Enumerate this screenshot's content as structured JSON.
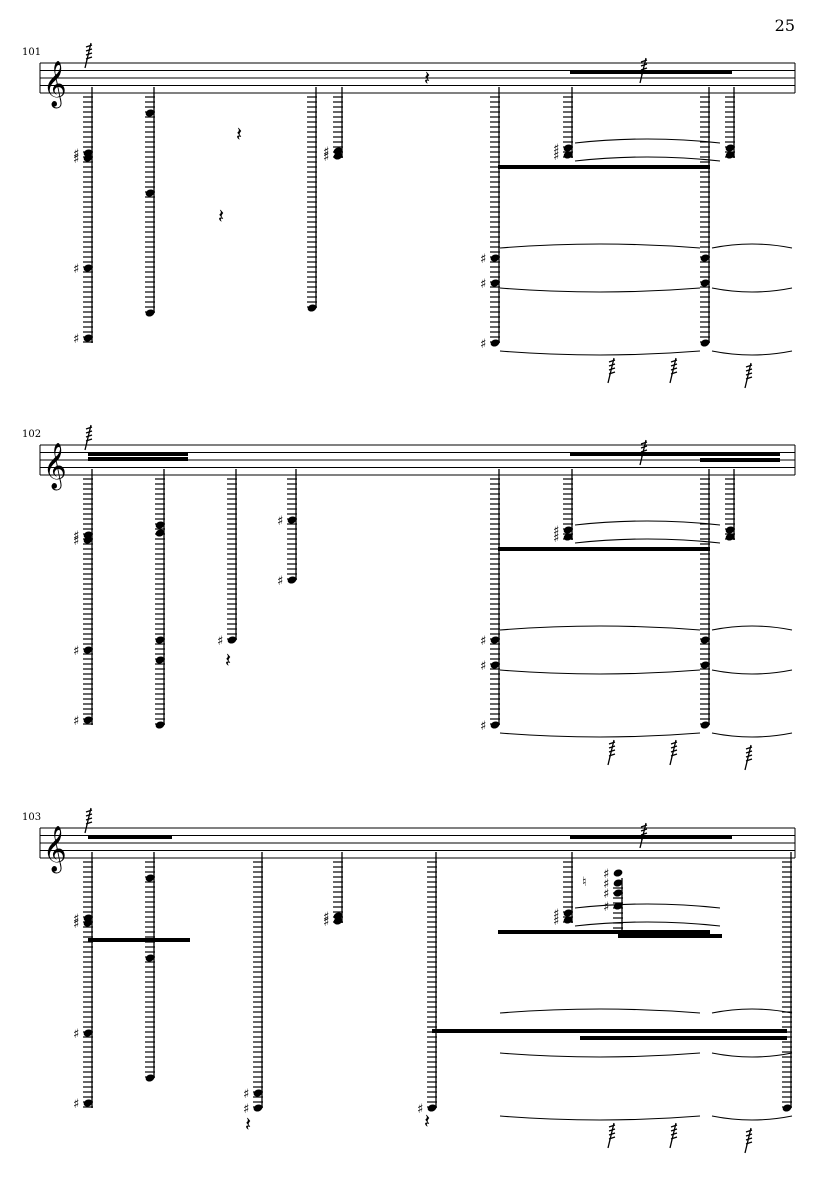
{
  "page": {
    "number": "25"
  },
  "systems": [
    {
      "measure_number": "101",
      "clef": "treble-clef-icon"
    },
    {
      "measure_number": "102",
      "clef": "treble-clef-icon"
    },
    {
      "measure_number": "103",
      "clef": "treble-clef-icon"
    }
  ],
  "glyphs": {
    "treble_clef": "𝄞",
    "sharp": "♯",
    "natural": "♮",
    "quarter_rest": "𝄽",
    "eighth_rest": "𝄾"
  }
}
